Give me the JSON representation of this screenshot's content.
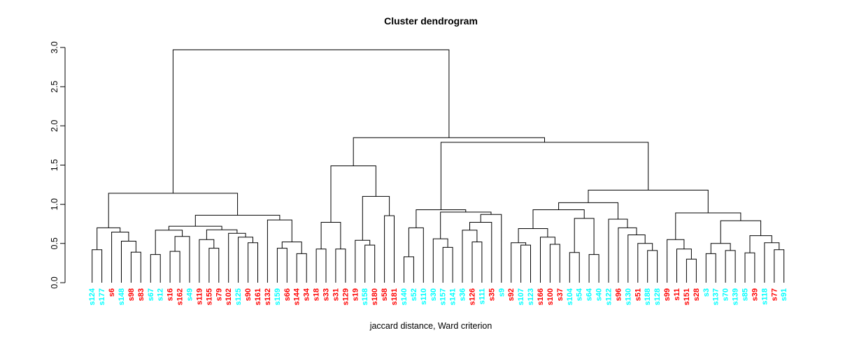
{
  "figure": {
    "title": "Cluster dendrogram",
    "xlabel": "jaccard distance, Ward criterion"
  },
  "chart_data": {
    "type": "dendrogram",
    "title": "Cluster dendrogram",
    "xlabel": "jaccard distance, Ward criterion",
    "ylabel": "",
    "ylim": [
      0,
      3
    ],
    "yticks": [
      "0.0",
      "0.5",
      "1.0",
      "1.5",
      "2.0",
      "2.5",
      "3.0"
    ],
    "grid": false,
    "line_color": "#000000",
    "label_colors": {
      "red": "#FF0000",
      "cyan": "#00FFFF"
    },
    "leaves": [
      {
        "label": "s124",
        "color": "cyan"
      },
      {
        "label": "s177",
        "color": "cyan"
      },
      {
        "label": "s6",
        "color": "red"
      },
      {
        "label": "s148",
        "color": "cyan"
      },
      {
        "label": "s98",
        "color": "red"
      },
      {
        "label": "s83",
        "color": "red"
      },
      {
        "label": "s67",
        "color": "cyan"
      },
      {
        "label": "s12",
        "color": "cyan"
      },
      {
        "label": "s16",
        "color": "red"
      },
      {
        "label": "s162",
        "color": "red"
      },
      {
        "label": "s49",
        "color": "cyan"
      },
      {
        "label": "s119",
        "color": "red"
      },
      {
        "label": "s155",
        "color": "red"
      },
      {
        "label": "s79",
        "color": "red"
      },
      {
        "label": "s102",
        "color": "red"
      },
      {
        "label": "s125",
        "color": "cyan"
      },
      {
        "label": "s90",
        "color": "red"
      },
      {
        "label": "s161",
        "color": "red"
      },
      {
        "label": "s132",
        "color": "red"
      },
      {
        "label": "s159",
        "color": "cyan"
      },
      {
        "label": "s66",
        "color": "red"
      },
      {
        "label": "s144",
        "color": "red"
      },
      {
        "label": "s34",
        "color": "red"
      },
      {
        "label": "s18",
        "color": "red"
      },
      {
        "label": "s33",
        "color": "red"
      },
      {
        "label": "s31",
        "color": "red"
      },
      {
        "label": "s129",
        "color": "red"
      },
      {
        "label": "s19",
        "color": "red"
      },
      {
        "label": "s158",
        "color": "cyan"
      },
      {
        "label": "s180",
        "color": "red"
      },
      {
        "label": "s58",
        "color": "red"
      },
      {
        "label": "s181",
        "color": "red"
      },
      {
        "label": "s140",
        "color": "cyan"
      },
      {
        "label": "s52",
        "color": "cyan"
      },
      {
        "label": "s110",
        "color": "cyan"
      },
      {
        "label": "s30",
        "color": "cyan"
      },
      {
        "label": "s157",
        "color": "cyan"
      },
      {
        "label": "s141",
        "color": "cyan"
      },
      {
        "label": "s36",
        "color": "cyan"
      },
      {
        "label": "s126",
        "color": "red"
      },
      {
        "label": "s111",
        "color": "cyan"
      },
      {
        "label": "s35",
        "color": "red"
      },
      {
        "label": "s9",
        "color": "cyan"
      },
      {
        "label": "s92",
        "color": "red"
      },
      {
        "label": "s107",
        "color": "cyan"
      },
      {
        "label": "s123",
        "color": "cyan"
      },
      {
        "label": "s166",
        "color": "red"
      },
      {
        "label": "s100",
        "color": "red"
      },
      {
        "label": "s37",
        "color": "red"
      },
      {
        "label": "s104",
        "color": "cyan"
      },
      {
        "label": "s54",
        "color": "cyan"
      },
      {
        "label": "s64",
        "color": "cyan"
      },
      {
        "label": "s40",
        "color": "cyan"
      },
      {
        "label": "s122",
        "color": "cyan"
      },
      {
        "label": "s96",
        "color": "red"
      },
      {
        "label": "s130",
        "color": "cyan"
      },
      {
        "label": "s51",
        "color": "red"
      },
      {
        "label": "s188",
        "color": "cyan"
      },
      {
        "label": "s128",
        "color": "cyan"
      },
      {
        "label": "s99",
        "color": "red"
      },
      {
        "label": "s11",
        "color": "red"
      },
      {
        "label": "s151",
        "color": "red"
      },
      {
        "label": "s28",
        "color": "red"
      },
      {
        "label": "s3",
        "color": "cyan"
      },
      {
        "label": "s137",
        "color": "cyan"
      },
      {
        "label": "s70",
        "color": "cyan"
      },
      {
        "label": "s139",
        "color": "cyan"
      },
      {
        "label": "s85",
        "color": "cyan"
      },
      {
        "label": "s39",
        "color": "red"
      },
      {
        "label": "s118",
        "color": "cyan"
      },
      {
        "label": "s77",
        "color": "red"
      },
      {
        "label": "s91",
        "color": "cyan"
      }
    ],
    "tree": [
      2.97,
      [
        1.14,
        [
          0.7,
          [
            0.42,
            0,
            1
          ],
          [
            0.645,
            2,
            [
              0.53,
              3,
              [
                0.39,
                4,
                5
              ]
            ]
          ]
        ],
        [
          0.86,
          [
            0.72,
            [
              0.67,
              [
                0.36,
                6,
                7
              ],
              [
                0.59,
                [
                  0.4,
                  8,
                  9
                ],
                10
              ]
            ],
            [
              0.675,
              [
                0.55,
                11,
                [
                  0.44,
                  12,
                  13
                ]
              ],
              [
                0.63,
                14,
                [
                  0.58,
                  15,
                  [
                    0.51,
                    16,
                    17
                  ]
                ]
              ]
            ]
          ],
          [
            0.8,
            18,
            [
              0.52,
              [
                0.44,
                19,
                20
              ],
              [
                0.37,
                21,
                22
              ]
            ]
          ]
        ]
      ],
      [
        1.85,
        [
          1.49,
          [
            0.77,
            [
              0.43,
              23,
              24
            ],
            [
              0.43,
              25,
              26
            ]
          ],
          [
            1.1,
            [
              0.54,
              27,
              [
                0.48,
                28,
                29
              ]
            ],
            [
              0.855,
              30,
              31
            ]
          ]
        ],
        [
          1.79,
          [
            0.93,
            [
              0.7,
              [
                0.33,
                32,
                33
              ],
              34
            ],
            [
              0.9,
              [
                0.56,
                35,
                [
                  0.45,
                  36,
                  37
                ]
              ],
              [
                0.87,
                [
                  0.77,
                  [
                    0.67,
                    38,
                    [
                      0.52,
                      39,
                      40
                    ]
                  ],
                  41
                ],
                42
              ]
            ]
          ],
          [
            1.18,
            [
              1.02,
              [
                0.93,
                [
                  0.69,
                  [
                    0.51,
                    43,
                    [
                      0.48,
                      44,
                      45
                    ]
                  ],
                  [
                    0.58,
                    46,
                    [
                      0.49,
                      47,
                      48
                    ]
                  ]
                ],
                [
                  0.82,
                  [
                    0.385,
                    49,
                    50
                  ],
                  [
                    0.36,
                    51,
                    52
                  ]
                ]
              ],
              [
                0.81,
                53,
                [
                  0.7,
                  54,
                  [
                    0.61,
                    55,
                    [
                      0.5,
                      56,
                      [
                        0.41,
                        57,
                        58
                      ]
                    ]
                  ]
                ]
              ]
            ],
            [
              0.89,
              [
                0.55,
                59,
                [
                  0.43,
                  60,
                  [
                    0.3,
                    61,
                    62
                  ]
                ]
              ],
              [
                0.79,
                [
                  0.5,
                  [
                    0.37,
                    63,
                    64
                  ],
                  [
                    0.41,
                    65,
                    66
                  ]
                ],
                [
                  0.6,
                  [
                    0.38,
                    67,
                    68
                  ],
                  [
                    0.51,
                    69,
                    [
                      0.42,
                      70,
                      71
                    ]
                  ]
                ]
              ]
            ]
          ]
        ]
      ]
    ]
  }
}
